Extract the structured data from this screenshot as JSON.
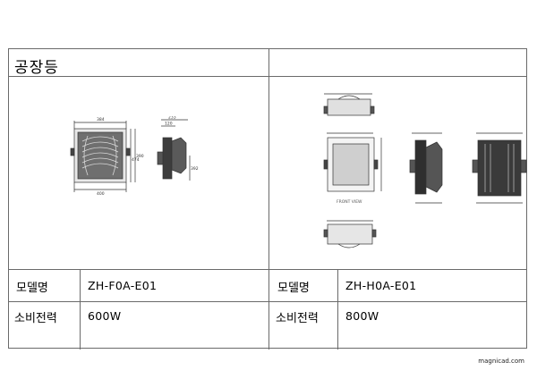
{
  "title": "공장등",
  "products": [
    {
      "model_label": "모델명",
      "model_value": "ZH-F0A-E01",
      "power_label": "소비전력",
      "power_value": "600W",
      "drawing": {
        "dims": [
          "384",
          "233",
          "120",
          "390",
          "474",
          "392",
          "400"
        ]
      }
    },
    {
      "model_label": "모델명",
      "model_value": "ZH-H0A-E01",
      "power_label": "소비전력",
      "power_value": "800W",
      "drawing": {
        "view_label": "FRONT VIEW"
      }
    }
  ],
  "footer": "magnicad.com"
}
